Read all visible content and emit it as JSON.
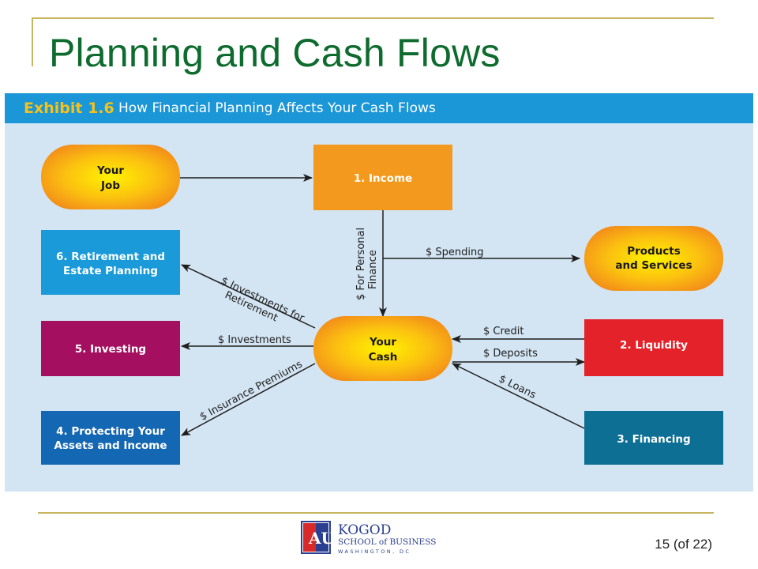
{
  "slide": {
    "title": "Planning and Cash Flows",
    "page_number": "15 (of 22)"
  },
  "exhibit": {
    "number": "Exhibit 1.6",
    "title": "How Financial Planning Affects Your Cash Flows"
  },
  "nodes": {
    "your_job": [
      "Your",
      "Job"
    ],
    "income": [
      "1. Income"
    ],
    "retirement": [
      "6. Retirement and",
      "Estate Planning"
    ],
    "products": [
      "Products",
      "and Services"
    ],
    "investing": [
      "5. Investing"
    ],
    "your_cash": [
      "Your",
      "Cash"
    ],
    "liquidity": [
      "2. Liquidity"
    ],
    "protecting": [
      "4. Protecting Your",
      "Assets and Income"
    ],
    "financing": [
      "3. Financing"
    ]
  },
  "edges": {
    "personal_finance": [
      "$ For Personal",
      "Finance"
    ],
    "spending": "$ Spending",
    "investments_for_retirement": [
      "$ Investments for",
      "Retirement"
    ],
    "investments": "$ Investments",
    "credit": "$ Credit",
    "deposits": "$ Deposits",
    "insurance": "$ Insurance Premiums",
    "loans": "$ Loans"
  },
  "logo": {
    "brand_line1": "KOGOD",
    "brand_line2": "SCHOOL of BUSINESS",
    "brand_line3": "WASHINGTON, DC",
    "monogram": "AU"
  },
  "colors": {
    "title_green": "#0e6b2e",
    "gold_rule": "#c8b560",
    "panel_bg": "#d3e4f2",
    "header_blue": "#1b96d6",
    "exhibit_yellow": "#f6c21a",
    "income_orange": "#f39a1e",
    "retirement_blue": "#1a9ad8",
    "investing_magenta": "#a4105f",
    "protecting_blue": "#1467b2",
    "liquidity_red": "#e42229",
    "financing_teal": "#0d6f94"
  }
}
